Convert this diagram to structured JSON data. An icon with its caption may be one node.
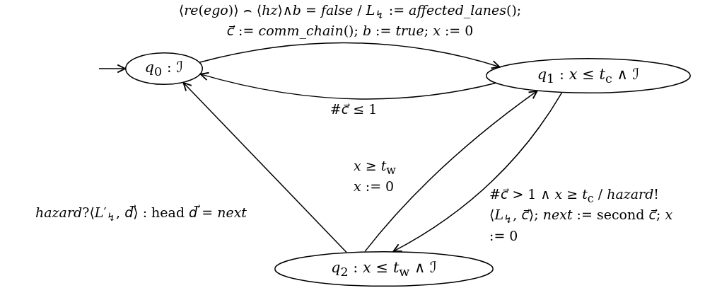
{
  "diagram": {
    "nodes": [
      {
        "text": [
          "*q*$_{0}$ : ℐ"
        ]
      },
      {
        "text": [
          "*q*$_{1}$ : *x* ≤ *t*$_{c}$ ∧ ℐ"
        ]
      },
      {
        "text": [
          "*q*$_{2}$ : *x* ≤ *t*$_{w}$ ∧ ℐ"
        ]
      }
    ],
    "edges": [
      {
        "from": 0,
        "to": 1,
        "arrow": "to",
        "label": "⟨*re*(*ego*)⟩ ⌢ ⟨*hz*⟩∧*b* = *false* / *L*$_{↯}$ := *affected_lanes*(); *c⃗* := *comm_chain*(); *b* := *true*; *x* := 0"
      },
      {
        "from": 1,
        "to": 0,
        "arrow": "to",
        "label": "#*c⃗* ≤ 1"
      },
      {
        "from": 2,
        "to": 0,
        "arrow": "to",
        "label": "*hazard*?⟨*L*′$_{↯}$, *d⃗*⟩ : head *d⃗* = *next*"
      },
      {
        "from": 2,
        "to": 1,
        "arrow": "to",
        "label": "*x* ≥ *t*$_{w}$ *x* := 0"
      },
      {
        "from": 1,
        "to": 2,
        "arrow": "to",
        "label": "#*c⃗* > 1 ∧ *x* ≥ *t*$_{c}$ / *hazard*!⟨*L*$_{↯}$, *c⃗*⟩; *next* := second *c⃗*; *x* := 0"
      },
      {
        "from": null,
        "to": 0,
        "arrow": "to"
      }
    ]
  }
}
